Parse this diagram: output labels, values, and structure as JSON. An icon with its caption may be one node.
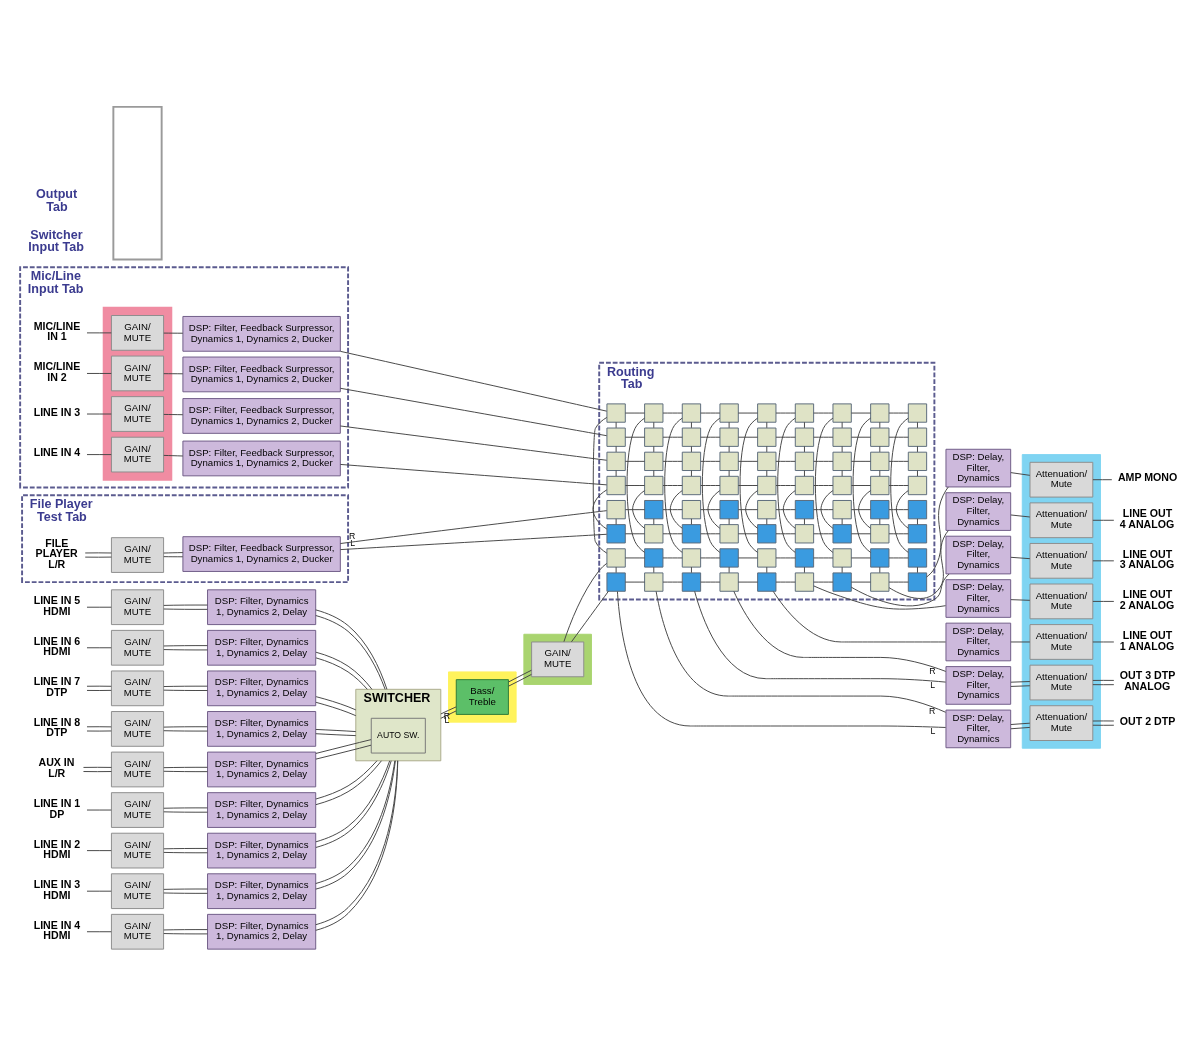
{
  "diagram": {
    "nodes": [
      {
        "text": [
          "SWITCHER"
        ]
      },
      {
        "text": [
          "AUTO SW."
        ],
        "in": 0
      },
      {
        "text": [
          "LINE IN 1 DP"
        ]
      },
      {
        "text": [
          "GAIN/ MUTE"
        ]
      },
      {
        "text": [
          "DSP: Filter, Dynamics 1, Dynamics 2, Delay"
        ]
      },
      {
        "text": [
          "LINE IN 2 HDMI"
        ]
      },
      {
        "text": [
          "GAIN/ MUTE"
        ]
      },
      {
        "text": [
          "DSP: Filter, Dynamics 1, Dynamics 2, Delay"
        ]
      },
      {
        "text": [
          "LINE IN 3 HDMI"
        ]
      },
      {
        "text": [
          "GAIN/ MUTE"
        ]
      },
      {
        "text": [
          "DSP: Filter, Dynamics 1, Dynamics 2, Delay"
        ]
      },
      {
        "text": [
          "LINE IN 4 HDMI"
        ]
      },
      {
        "text": [
          "GAIN/ MUTE"
        ]
      },
      {
        "text": [
          "DSP: Filter, Dynamics 1, Dynamics 2, Delay"
        ]
      },
      {
        "text": [
          "LINE IN 5 HDMI"
        ]
      },
      {
        "text": [
          "GAIN/ MUTE"
        ]
      },
      {
        "text": [
          "DSP: Filter, Dynamics 1, Dynamics 2, Delay"
        ]
      },
      {
        "text": [
          "LINE IN 6 HDMI"
        ]
      },
      {
        "text": [
          "GAIN/ MUTE"
        ]
      },
      {
        "text": [
          "DSP: Filter, Dynamics 1, Dynamics 2, Delay"
        ]
      },
      {
        "text": [
          "LINE IN 7 DTP"
        ]
      },
      {
        "text": [
          "GAIN/ MUTE"
        ]
      },
      {
        "text": [
          "DSP: Filter, Dynamics 1, Dynamics 2, Delay"
        ]
      },
      {
        "text": [
          "LINE IN 8 DTP"
        ]
      },
      {
        "text": [
          "GAIN/ MUTE"
        ]
      },
      {
        "text": [
          "DSP: Filter, Dynamics 1, Dynamics 2, Delay"
        ]
      },
      {
        "text": [
          "AUX IN L/R"
        ]
      },
      {
        "text": [
          "GAIN/ MUTE"
        ]
      },
      {
        "text": [
          "DSP: Filter, Dynamics 1, Dynamics 2, Delay"
        ]
      },
      {
        "text": [],
        "shape": "box"
      },
      {
        "text": [
          "Bass/ Treble"
        ],
        "in": 29
      },
      {
        "text": [],
        "shape": "box"
      },
      {
        "text": [
          "GAIN/ MUTE"
        ],
        "in": 31
      },
      {
        "text": [
          "Routing Tab"
        ]
      },
      {
        "text": [],
        "shape": "box",
        "in": 33
      },
      {
        "text": [],
        "shape": "box",
        "in": 33
      },
      {
        "text": [],
        "shape": "box",
        "in": 33
      },
      {
        "text": [],
        "shape": "box",
        "in": 33
      },
      {
        "text": [],
        "shape": "box",
        "in": 33
      },
      {
        "text": [],
        "shape": "box",
        "in": 33
      },
      {
        "text": [],
        "shape": "box",
        "in": 33
      },
      {
        "text": [],
        "shape": "box",
        "in": 33
      },
      {
        "text": [],
        "shape": "box",
        "in": 33
      },
      {
        "text": [],
        "shape": "box",
        "in": 33
      },
      {
        "text": [],
        "shape": "box",
        "in": 33
      },
      {
        "text": [],
        "shape": "box",
        "in": 33
      },
      {
        "text": [],
        "shape": "box",
        "in": 33
      },
      {
        "text": [],
        "shape": "box",
        "in": 33
      },
      {
        "text": [],
        "shape": "box",
        "in": 33
      },
      {
        "text": [],
        "shape": "box",
        "in": 33
      },
      {
        "text": [],
        "shape": "box",
        "in": 33
      },
      {
        "text": [],
        "shape": "box",
        "in": 33
      },
      {
        "text": [],
        "shape": "box",
        "in": 33
      },
      {
        "text": [],
        "shape": "box",
        "in": 33
      },
      {
        "text": [],
        "shape": "box",
        "in": 33
      },
      {
        "text": [],
        "shape": "box",
        "in": 33
      },
      {
        "text": [],
        "shape": "box",
        "in": 33
      },
      {
        "text": [],
        "shape": "box",
        "in": 33
      },
      {
        "text": [],
        "shape": "box",
        "in": 33
      },
      {
        "text": [],
        "shape": "box",
        "in": 33
      },
      {
        "text": [],
        "shape": "box",
        "in": 33
      },
      {
        "text": [],
        "shape": "box",
        "in": 33
      },
      {
        "text": [],
        "shape": "box",
        "in": 33
      },
      {
        "text": [],
        "shape": "box",
        "in": 33
      },
      {
        "text": [],
        "shape": "box",
        "in": 33
      },
      {
        "text": [],
        "shape": "box",
        "in": 33
      },
      {
        "text": [],
        "shape": "box",
        "in": 33
      },
      {
        "text": [],
        "shape": "box",
        "in": 33
      },
      {
        "text": [],
        "shape": "box",
        "in": 33
      },
      {
        "text": [],
        "shape": "box",
        "in": 33
      },
      {
        "text": [],
        "shape": "box",
        "in": 33
      },
      {
        "text": [],
        "shape": "box",
        "in": 33
      },
      {
        "text": [],
        "shape": "box",
        "in": 33
      },
      {
        "text": [],
        "shape": "box",
        "in": 33
      },
      {
        "text": [],
        "shape": "box",
        "in": 33
      },
      {
        "text": [],
        "shape": "box",
        "in": 33
      },
      {
        "text": [],
        "shape": "box",
        "in": 33
      },
      {
        "text": [],
        "shape": "box",
        "in": 33
      },
      {
        "text": [],
        "shape": "box",
        "in": 33
      },
      {
        "text": [],
        "shape": "box",
        "in": 33
      },
      {
        "text": [],
        "shape": "box",
        "in": 33
      },
      {
        "text": [],
        "shape": "box",
        "in": 33
      },
      {
        "text": [],
        "shape": "box",
        "in": 33
      },
      {
        "text": [],
        "shape": "box",
        "in": 33
      },
      {
        "text": [],
        "shape": "box",
        "in": 33
      },
      {
        "text": [],
        "shape": "box",
        "in": 33
      },
      {
        "text": [],
        "shape": "box",
        "in": 33
      },
      {
        "text": [],
        "shape": "box",
        "in": 33
      },
      {
        "text": [],
        "shape": "box",
        "in": 33
      },
      {
        "text": [],
        "shape": "box",
        "in": 33
      },
      {
        "text": [],
        "shape": "box",
        "in": 33
      },
      {
        "text": [],
        "shape": "box",
        "in": 33
      },
      {
        "text": [],
        "shape": "box",
        "in": 33
      },
      {
        "text": [],
        "shape": "box",
        "in": 33
      },
      {
        "text": [],
        "shape": "box",
        "in": 33
      },
      {
        "text": [],
        "shape": "box",
        "in": 33
      },
      {
        "text": [],
        "shape": "box",
        "in": 33
      },
      {
        "text": [],
        "shape": "box",
        "in": 33
      },
      {
        "text": [],
        "shape": "box",
        "in": 33
      },
      {
        "text": [],
        "shape": "box",
        "in": 33
      },
      {
        "text": [],
        "shape": "box",
        "in": 33
      },
      {
        "text": [],
        "shape": "box",
        "in": 33
      },
      {
        "text": [],
        "shape": "box",
        "in": 33
      },
      {
        "text": [],
        "shape": "box",
        "in": 33
      },
      {
        "text": [],
        "shape": "box",
        "in": 33
      },
      {
        "text": [],
        "shape": "box",
        "in": 33
      },
      {
        "text": [],
        "shape": "box"
      },
      {
        "text": [
          "DSP: Delay, Filter, Dynamics"
        ]
      },
      {
        "text": [
          "Attenuation/ Mute"
        ],
        "in": 106
      },
      {
        "text": [
          "OUT 2 DTP"
        ]
      },
      {
        "text": [
          "DSP: Delay, Filter, Dynamics"
        ]
      },
      {
        "text": [
          "Attenuation/ Mute"
        ],
        "in": 106
      },
      {
        "text": [
          "OUT 3 DTP ANALOG"
        ]
      },
      {
        "text": [
          "DSP: Delay, Filter, Dynamics"
        ]
      },
      {
        "text": [
          "Attenuation/ Mute"
        ],
        "in": 106
      },
      {
        "text": [
          "LINE OUT 1 ANALOG"
        ]
      },
      {
        "text": [
          "DSP: Delay, Filter, Dynamics"
        ]
      },
      {
        "text": [
          "Attenuation/ Mute"
        ],
        "in": 106
      },
      {
        "text": [
          "LINE OUT 2 ANALOG"
        ]
      },
      {
        "text": [
          "DSP: Delay, Filter, Dynamics"
        ]
      },
      {
        "text": [
          "Attenuation/ Mute"
        ],
        "in": 106
      },
      {
        "text": [
          "LINE OUT 3 ANALOG"
        ]
      },
      {
        "text": [
          "DSP: Delay, Filter, Dynamics"
        ]
      },
      {
        "text": [
          "Attenuation/ Mute"
        ],
        "in": 106
      },
      {
        "text": [
          "LINE OUT 4 ANALOG"
        ]
      },
      {
        "text": [
          "DSP: Delay, Filter, Dynamics"
        ]
      },
      {
        "text": [
          "Attenuation/ Mute"
        ],
        "in": 106
      },
      {
        "text": [
          "AMP MONO"
        ]
      },
      {
        "text": [
          "Mic/Line Input Tab"
        ]
      },
      {
        "text": [],
        "shape": "box"
      },
      {
        "text": [],
        "shape": "box",
        "in": 128
      },
      {
        "text": [
          "MIC/LINE IN 1"
        ],
        "in": 128
      },
      {
        "text": [
          "GAIN/ MUTE"
        ],
        "in": 130
      },
      {
        "text": [
          "DSP: Filter, Feedback Surpressor, Dynamics 1, Dynamics 2, Ducker"
        ],
        "in": 128
      },
      {
        "text": [
          "MIC/LINE IN 2"
        ],
        "in": 128
      },
      {
        "text": [
          "GAIN/ MUTE"
        ],
        "in": 130
      },
      {
        "text": [
          "DSP: Filter, Feedback Surpressor, Dynamics 1, Dynamics 2, Ducker"
        ],
        "in": 128
      },
      {
        "text": [
          "LINE IN 3"
        ],
        "in": 128
      },
      {
        "text": [
          "GAIN/ MUTE"
        ],
        "in": 130
      },
      {
        "text": [
          "DSP: Filter, Feedback Surpressor, Dynamics 1, Dynamics 2, Ducker"
        ],
        "in": 128
      },
      {
        "text": [
          "LINE IN 4"
        ],
        "in": 128
      },
      {
        "text": [
          "GAIN/ MUTE"
        ],
        "in": 130
      },
      {
        "text": [
          "DSP: Filter, Feedback Surpressor, Dynamics 1, Dynamics 2, Ducker"
        ],
        "in": 128
      },
      {
        "text": [
          "File Player Test Tab"
        ]
      },
      {
        "text": [
          "FILE PLAYER L/R"
        ],
        "in": 143
      },
      {
        "text": [
          "GAIN/ MUTE"
        ],
        "in": 143
      },
      {
        "text": [
          "DSP: Filter, Feedback Surpressor, Dynamics 1, Dynamics 2, Ducker"
        ],
        "in": 143
      }
    ],
    "edges": [
      {
        "from": 0,
        "to": 30,
        "arrow": "none",
        "label": "L"
      },
      {
        "from": 0,
        "to": 30,
        "arrow": "none",
        "label": "R"
      },
      {
        "from": 2,
        "to": 3,
        "arrow": "none"
      },
      {
        "from": 3,
        "to": 4,
        "arrow": "none"
      },
      {
        "from": 3,
        "to": 4,
        "arrow": "none"
      },
      {
        "from": 4,
        "to": 0,
        "arrow": "none"
      },
      {
        "from": 4,
        "to": 0,
        "arrow": "none"
      },
      {
        "from": 5,
        "to": 6,
        "arrow": "none"
      },
      {
        "from": 6,
        "to": 7,
        "arrow": "none"
      },
      {
        "from": 6,
        "to": 7,
        "arrow": "none"
      },
      {
        "from": 7,
        "to": 0,
        "arrow": "none"
      },
      {
        "from": 7,
        "to": 0,
        "arrow": "none"
      },
      {
        "from": 8,
        "to": 9,
        "arrow": "none"
      },
      {
        "from": 9,
        "to": 10,
        "arrow": "none"
      },
      {
        "from": 9,
        "to": 10,
        "arrow": "none"
      },
      {
        "from": 10,
        "to": 0,
        "arrow": "none"
      },
      {
        "from": 10,
        "to": 0,
        "arrow": "none"
      },
      {
        "from": 11,
        "to": 12,
        "arrow": "none"
      },
      {
        "from": 12,
        "to": 13,
        "arrow": "none"
      },
      {
        "from": 12,
        "to": 13,
        "arrow": "none"
      },
      {
        "from": 13,
        "to": 0,
        "arrow": "none"
      },
      {
        "from": 13,
        "to": 0,
        "arrow": "none"
      },
      {
        "from": 14,
        "to": 15,
        "arrow": "none"
      },
      {
        "from": 15,
        "to": 16,
        "arrow": "none"
      },
      {
        "from": 15,
        "to": 16,
        "arrow": "none"
      },
      {
        "from": 16,
        "to": 0,
        "arrow": "none"
      },
      {
        "from": 16,
        "to": 0,
        "arrow": "none"
      },
      {
        "from": 17,
        "to": 18,
        "arrow": "none"
      },
      {
        "from": 18,
        "to": 19,
        "arrow": "none"
      },
      {
        "from": 18,
        "to": 19,
        "arrow": "none"
      },
      {
        "from": 19,
        "to": 0,
        "arrow": "none"
      },
      {
        "from": 19,
        "to": 0,
        "arrow": "none"
      },
      {
        "from": 20,
        "to": 21,
        "arrow": "none"
      },
      {
        "from": 20,
        "to": 21,
        "arrow": "none"
      },
      {
        "from": 21,
        "to": 22,
        "arrow": "none"
      },
      {
        "from": 21,
        "to": 22,
        "arrow": "none"
      },
      {
        "from": 22,
        "to": 0,
        "arrow": "none"
      },
      {
        "from": 22,
        "to": 0,
        "arrow": "none"
      },
      {
        "from": 23,
        "to": 24,
        "arrow": "none"
      },
      {
        "from": 23,
        "to": 24,
        "arrow": "none"
      },
      {
        "from": 24,
        "to": 25,
        "arrow": "none"
      },
      {
        "from": 24,
        "to": 25,
        "arrow": "none"
      },
      {
        "from": 25,
        "to": 0,
        "arrow": "none"
      },
      {
        "from": 25,
        "to": 0,
        "arrow": "none"
      },
      {
        "from": 26,
        "to": 27,
        "arrow": "none"
      },
      {
        "from": 26,
        "to": 27,
        "arrow": "none"
      },
      {
        "from": 27,
        "to": 28,
        "arrow": "none"
      },
      {
        "from": 27,
        "to": 28,
        "arrow": "none"
      },
      {
        "from": 28,
        "to": 1,
        "arrow": "none"
      },
      {
        "from": 28,
        "to": 1,
        "arrow": "none"
      },
      {
        "from": 30,
        "to": 32,
        "arrow": "none"
      },
      {
        "from": 30,
        "to": 32,
        "arrow": "none"
      },
      {
        "from": 32,
        "to": 34,
        "arrow": "none"
      },
      {
        "from": 32,
        "to": 43,
        "arrow": "none"
      },
      {
        "from": 34,
        "to": 35,
        "arrow": "none"
      },
      {
        "from": 34,
        "to": 107,
        "arrow": "none",
        "label": "L"
      },
      {
        "from": 35,
        "to": 36,
        "arrow": "none"
      },
      {
        "from": 35,
        "to": 107,
        "arrow": "none",
        "label": "R"
      },
      {
        "from": 36,
        "to": 37,
        "arrow": "none"
      },
      {
        "from": 36,
        "to": 110,
        "arrow": "none",
        "label": "L"
      },
      {
        "from": 37,
        "to": 38,
        "arrow": "none"
      },
      {
        "from": 37,
        "to": 110,
        "arrow": "none",
        "label": "R"
      },
      {
        "from": 38,
        "to": 39,
        "arrow": "none"
      },
      {
        "from": 38,
        "to": 113,
        "arrow": "none"
      },
      {
        "from": 39,
        "to": 40,
        "arrow": "none"
      },
      {
        "from": 39,
        "to": 116,
        "arrow": "none"
      },
      {
        "from": 40,
        "to": 41,
        "arrow": "none"
      },
      {
        "from": 40,
        "to": 119,
        "arrow": "none"
      },
      {
        "from": 41,
        "to": 42,
        "arrow": "none"
      },
      {
        "from": 41,
        "to": 122,
        "arrow": "none"
      },
      {
        "from": 42,
        "to": 125,
        "arrow": "none"
      },
      {
        "from": 43,
        "to": 44,
        "arrow": "none"
      },
      {
        "from": 43,
        "to": 34,
        "arrow": "none"
      },
      {
        "from": 44,
        "to": 45,
        "arrow": "none"
      },
      {
        "from": 44,
        "to": 35,
        "arrow": "none"
      },
      {
        "from": 45,
        "to": 46,
        "arrow": "none"
      },
      {
        "from": 45,
        "to": 36,
        "arrow": "none"
      },
      {
        "from": 46,
        "to": 47,
        "arrow": "none"
      },
      {
        "from": 46,
        "to": 37,
        "arrow": "none"
      },
      {
        "from": 47,
        "to": 48,
        "arrow": "none"
      },
      {
        "from": 47,
        "to": 38,
        "arrow": "none"
      },
      {
        "from": 48,
        "to": 49,
        "arrow": "none"
      },
      {
        "from": 48,
        "to": 39,
        "arrow": "none"
      },
      {
        "from": 49,
        "to": 50,
        "arrow": "none"
      },
      {
        "from": 49,
        "to": 40,
        "arrow": "none"
      },
      {
        "from": 50,
        "to": 51,
        "arrow": "none"
      },
      {
        "from": 50,
        "to": 41,
        "arrow": "none"
      },
      {
        "from": 51,
        "to": 42,
        "arrow": "none"
      },
      {
        "from": 52,
        "to": 53,
        "arrow": "none"
      },
      {
        "from": 52,
        "to": 43,
        "arrow": "none"
      },
      {
        "from": 53,
        "to": 54,
        "arrow": "none"
      },
      {
        "from": 53,
        "to": 44,
        "arrow": "none"
      },
      {
        "from": 54,
        "to": 55,
        "arrow": "none"
      },
      {
        "from": 54,
        "to": 45,
        "arrow": "none"
      },
      {
        "from": 55,
        "to": 56,
        "arrow": "none"
      },
      {
        "from": 55,
        "to": 46,
        "arrow": "none"
      },
      {
        "from": 56,
        "to": 57,
        "arrow": "none"
      },
      {
        "from": 56,
        "to": 47,
        "arrow": "none"
      },
      {
        "from": 57,
        "to": 58,
        "arrow": "none"
      },
      {
        "from": 57,
        "to": 48,
        "arrow": "none"
      },
      {
        "from": 58,
        "to": 59,
        "arrow": "none"
      },
      {
        "from": 58,
        "to": 49,
        "arrow": "none"
      },
      {
        "from": 59,
        "to": 60,
        "arrow": "none"
      },
      {
        "from": 59,
        "to": 50,
        "arrow": "none"
      },
      {
        "from": 60,
        "to": 51,
        "arrow": "none"
      },
      {
        "from": 61,
        "to": 62,
        "arrow": "none"
      },
      {
        "from": 61,
        "to": 52,
        "arrow": "none"
      },
      {
        "from": 62,
        "to": 63,
        "arrow": "none"
      },
      {
        "from": 62,
        "to": 53,
        "arrow": "none"
      },
      {
        "from": 63,
        "to": 64,
        "arrow": "none"
      },
      {
        "from": 63,
        "to": 54,
        "arrow": "none"
      },
      {
        "from": 64,
        "to": 65,
        "arrow": "none"
      },
      {
        "from": 64,
        "to": 55,
        "arrow": "none"
      },
      {
        "from": 65,
        "to": 66,
        "arrow": "none"
      },
      {
        "from": 65,
        "to": 56,
        "arrow": "none"
      },
      {
        "from": 66,
        "to": 67,
        "arrow": "none"
      },
      {
        "from": 66,
        "to": 57,
        "arrow": "none"
      },
      {
        "from": 67,
        "to": 68,
        "arrow": "none"
      },
      {
        "from": 67,
        "to": 58,
        "arrow": "none"
      },
      {
        "from": 68,
        "to": 69,
        "arrow": "none"
      },
      {
        "from": 68,
        "to": 59,
        "arrow": "none"
      },
      {
        "from": 69,
        "to": 60,
        "arrow": "none"
      },
      {
        "from": 70,
        "to": 71,
        "arrow": "none"
      },
      {
        "from": 70,
        "to": 61,
        "arrow": "none"
      },
      {
        "from": 71,
        "to": 72,
        "arrow": "none"
      },
      {
        "from": 71,
        "to": 62,
        "arrow": "none"
      },
      {
        "from": 72,
        "to": 73,
        "arrow": "none"
      },
      {
        "from": 72,
        "to": 63,
        "arrow": "none"
      },
      {
        "from": 73,
        "to": 74,
        "arrow": "none"
      },
      {
        "from": 73,
        "to": 64,
        "arrow": "none"
      },
      {
        "from": 74,
        "to": 75,
        "arrow": "none"
      },
      {
        "from": 74,
        "to": 65,
        "arrow": "none"
      },
      {
        "from": 75,
        "to": 76,
        "arrow": "none"
      },
      {
        "from": 75,
        "to": 66,
        "arrow": "none"
      },
      {
        "from": 76,
        "to": 77,
        "arrow": "none"
      },
      {
        "from": 76,
        "to": 67,
        "arrow": "none"
      },
      {
        "from": 77,
        "to": 78,
        "arrow": "none"
      },
      {
        "from": 77,
        "to": 68,
        "arrow": "none"
      },
      {
        "from": 78,
        "to": 69,
        "arrow": "none"
      },
      {
        "from": 79,
        "to": 80,
        "arrow": "none"
      },
      {
        "from": 79,
        "to": 70,
        "arrow": "none"
      },
      {
        "from": 80,
        "to": 81,
        "arrow": "none"
      },
      {
        "from": 80,
        "to": 71,
        "arrow": "none"
      },
      {
        "from": 81,
        "to": 82,
        "arrow": "none"
      },
      {
        "from": 81,
        "to": 72,
        "arrow": "none"
      },
      {
        "from": 82,
        "to": 83,
        "arrow": "none"
      },
      {
        "from": 82,
        "to": 73,
        "arrow": "none"
      },
      {
        "from": 83,
        "to": 84,
        "arrow": "none"
      },
      {
        "from": 83,
        "to": 74,
        "arrow": "none"
      },
      {
        "from": 84,
        "to": 85,
        "arrow": "none"
      },
      {
        "from": 84,
        "to": 75,
        "arrow": "none"
      },
      {
        "from": 85,
        "to": 86,
        "arrow": "none"
      },
      {
        "from": 85,
        "to": 76,
        "arrow": "none"
      },
      {
        "from": 86,
        "to": 87,
        "arrow": "none"
      },
      {
        "from": 86,
        "to": 77,
        "arrow": "none"
      },
      {
        "from": 87,
        "to": 78,
        "arrow": "none"
      },
      {
        "from": 88,
        "to": 89,
        "arrow": "none"
      },
      {
        "from": 88,
        "to": 79,
        "arrow": "none"
      },
      {
        "from": 89,
        "to": 90,
        "arrow": "none"
      },
      {
        "from": 89,
        "to": 80,
        "arrow": "none"
      },
      {
        "from": 90,
        "to": 91,
        "arrow": "none"
      },
      {
        "from": 90,
        "to": 81,
        "arrow": "none"
      },
      {
        "from": 91,
        "to": 92,
        "arrow": "none"
      },
      {
        "from": 91,
        "to": 82,
        "arrow": "none"
      },
      {
        "from": 92,
        "to": 93,
        "arrow": "none"
      },
      {
        "from": 92,
        "to": 83,
        "arrow": "none"
      },
      {
        "from": 93,
        "to": 94,
        "arrow": "none"
      },
      {
        "from": 93,
        "to": 84,
        "arrow": "none"
      },
      {
        "from": 94,
        "to": 95,
        "arrow": "none"
      },
      {
        "from": 94,
        "to": 85,
        "arrow": "none"
      },
      {
        "from": 95,
        "to": 96,
        "arrow": "none"
      },
      {
        "from": 95,
        "to": 86,
        "arrow": "none"
      },
      {
        "from": 96,
        "to": 87,
        "arrow": "none"
      },
      {
        "from": 97,
        "to": 98,
        "arrow": "none"
      },
      {
        "from": 97,
        "to": 88,
        "arrow": "none"
      },
      {
        "from": 98,
        "to": 99,
        "arrow": "none"
      },
      {
        "from": 98,
        "to": 89,
        "arrow": "none"
      },
      {
        "from": 99,
        "to": 100,
        "arrow": "none"
      },
      {
        "from": 99,
        "to": 90,
        "arrow": "none"
      },
      {
        "from": 100,
        "to": 101,
        "arrow": "none"
      },
      {
        "from": 100,
        "to": 91,
        "arrow": "none"
      },
      {
        "from": 101,
        "to": 102,
        "arrow": "none"
      },
      {
        "from": 101,
        "to": 92,
        "arrow": "none"
      },
      {
        "from": 102,
        "to": 103,
        "arrow": "none"
      },
      {
        "from": 102,
        "to": 93,
        "arrow": "none"
      },
      {
        "from": 103,
        "to": 104,
        "arrow": "none"
      },
      {
        "from": 103,
        "to": 94,
        "arrow": "none"
      },
      {
        "from": 104,
        "to": 105,
        "arrow": "none"
      },
      {
        "from": 104,
        "to": 95,
        "arrow": "none"
      },
      {
        "from": 105,
        "to": 96,
        "arrow": "none"
      },
      {
        "from": 107,
        "to": 108,
        "arrow": "none"
      },
      {
        "from": 107,
        "to": 108,
        "arrow": "none"
      },
      {
        "from": 108,
        "to": 109,
        "arrow": "none"
      },
      {
        "from": 108,
        "to": 109,
        "arrow": "none"
      },
      {
        "from": 110,
        "to": 111,
        "arrow": "none"
      },
      {
        "from": 110,
        "to": 111,
        "arrow": "none"
      },
      {
        "from": 111,
        "to": 112,
        "arrow": "none"
      },
      {
        "from": 111,
        "to": 112,
        "arrow": "none"
      },
      {
        "from": 113,
        "to": 114,
        "arrow": "none"
      },
      {
        "from": 114,
        "to": 115,
        "arrow": "none"
      },
      {
        "from": 116,
        "to": 117,
        "arrow": "none"
      },
      {
        "from": 117,
        "to": 118,
        "arrow": "none"
      },
      {
        "from": 119,
        "to": 120,
        "arrow": "none"
      },
      {
        "from": 120,
        "to": 121,
        "arrow": "none"
      },
      {
        "from": 122,
        "to": 123,
        "arrow": "none"
      },
      {
        "from": 123,
        "to": 124,
        "arrow": "none"
      },
      {
        "from": 125,
        "to": 126,
        "arrow": "none"
      },
      {
        "from": 126,
        "to": 127,
        "arrow": "none"
      },
      {
        "from": 131,
        "to": 132,
        "arrow": "none"
      },
      {
        "from": 132,
        "to": 133,
        "arrow": "none"
      },
      {
        "from": 133,
        "to": 52,
        "arrow": "none"
      },
      {
        "from": 134,
        "to": 135,
        "arrow": "none"
      },
      {
        "from": 135,
        "to": 136,
        "arrow": "none"
      },
      {
        "from": 136,
        "to": 61,
        "arrow": "none"
      },
      {
        "from": 137,
        "to": 138,
        "arrow": "none"
      },
      {
        "from": 138,
        "to": 139,
        "arrow": "none"
      },
      {
        "from": 139,
        "to": 70,
        "arrow": "none"
      },
      {
        "from": 140,
        "to": 141,
        "arrow": "none"
      },
      {
        "from": 141,
        "to": 142,
        "arrow": "none"
      },
      {
        "from": 142,
        "to": 79,
        "arrow": "none"
      },
      {
        "from": 144,
        "to": 145,
        "arrow": "none"
      },
      {
        "from": 144,
        "to": 145,
        "arrow": "none"
      },
      {
        "from": 145,
        "to": 146,
        "arrow": "none"
      },
      {
        "from": 145,
        "to": 146,
        "arrow": "none"
      },
      {
        "from": 146,
        "to": 88,
        "arrow": "none",
        "label": "L"
      },
      {
        "from": 146,
        "to": 97,
        "arrow": "none",
        "label": "R"
      }
    ],
    "labels": [
      "Switcher Input Tab",
      "Output Tab"
    ]
  }
}
